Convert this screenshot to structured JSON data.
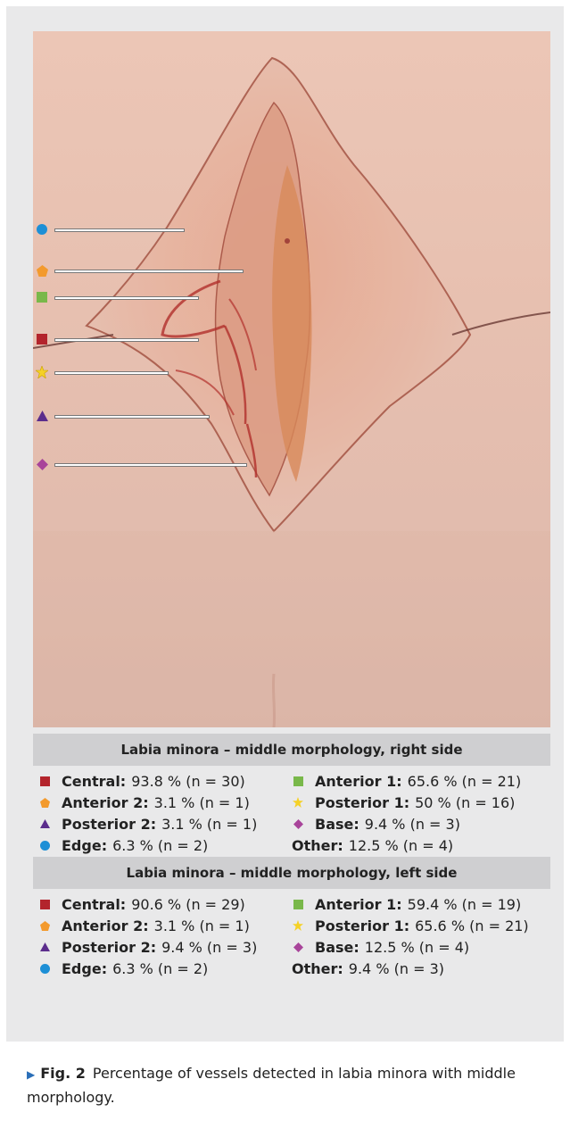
{
  "figure": {
    "markers": [
      {
        "id": "edge",
        "shape": "circle",
        "color": "#1d8fd6"
      },
      {
        "id": "anterior-2",
        "shape": "pentagon",
        "color": "#f39a2d"
      },
      {
        "id": "anterior-1",
        "shape": "square",
        "color": "#79b84a"
      },
      {
        "id": "central",
        "shape": "square",
        "color": "#b3242c"
      },
      {
        "id": "posterior-1",
        "shape": "star",
        "color": "#f5d126"
      },
      {
        "id": "posterior-2",
        "shape": "triangle",
        "color": "#5b2d8c"
      },
      {
        "id": "base",
        "shape": "diamond",
        "color": "#a8449a"
      }
    ]
  },
  "tables": [
    {
      "title": "Labia minora – middle morphology, right side",
      "entries": [
        {
          "label": "Central:",
          "value": "93.8 % (n = 30)",
          "symbol": "square",
          "color": "#b3242c"
        },
        {
          "label": "Anterior 1:",
          "value": "65.6 % (n = 21)",
          "symbol": "square",
          "color": "#79b84a"
        },
        {
          "label": "Anterior 2:",
          "value": "3.1 % (n = 1)",
          "symbol": "pentagon",
          "color": "#f39a2d"
        },
        {
          "label": "Posterior 1:",
          "value": "50 % (n = 16)",
          "symbol": "star",
          "color": "#f5d126"
        },
        {
          "label": "Posterior 2:",
          "value": "3.1 % (n = 1)",
          "symbol": "triangle",
          "color": "#5b2d8c"
        },
        {
          "label": "Base:",
          "value": "9.4 % (n = 3)",
          "symbol": "diamond",
          "color": "#a8449a"
        },
        {
          "label": "Edge:",
          "value": "6.3 % (n = 2)",
          "symbol": "circle",
          "color": "#1d8fd6"
        },
        {
          "label": "Other:",
          "value": "12.5 % (n = 4)",
          "symbol": "none",
          "color": ""
        }
      ]
    },
    {
      "title": "Labia minora – middle morphology, left side",
      "entries": [
        {
          "label": "Central:",
          "value": "90.6 % (n = 29)",
          "symbol": "square",
          "color": "#b3242c"
        },
        {
          "label": "Anterior 1:",
          "value": "59.4 % (n = 19)",
          "symbol": "square",
          "color": "#79b84a"
        },
        {
          "label": "Anterior 2:",
          "value": "3.1 % (n = 1)",
          "symbol": "pentagon",
          "color": "#f39a2d"
        },
        {
          "label": "Posterior 1:",
          "value": "65.6 % (n = 21)",
          "symbol": "star",
          "color": "#f5d126"
        },
        {
          "label": "Posterior 2:",
          "value": "9.4 % (n = 3)",
          "symbol": "triangle",
          "color": "#5b2d8c"
        },
        {
          "label": "Base:",
          "value": "12.5 % (n = 4)",
          "symbol": "diamond",
          "color": "#a8449a"
        },
        {
          "label": "Edge:",
          "value": "6.3 % (n = 2)",
          "symbol": "circle",
          "color": "#1d8fd6"
        },
        {
          "label": "Other:",
          "value": "9.4 % (n = 3)",
          "symbol": "none",
          "color": ""
        }
      ]
    }
  ],
  "caption": {
    "figure_label": "Fig. 2",
    "text": "Percentage of vessels detected in labia minora with middle morphology.",
    "arrow_color": "#2a6fb8"
  }
}
